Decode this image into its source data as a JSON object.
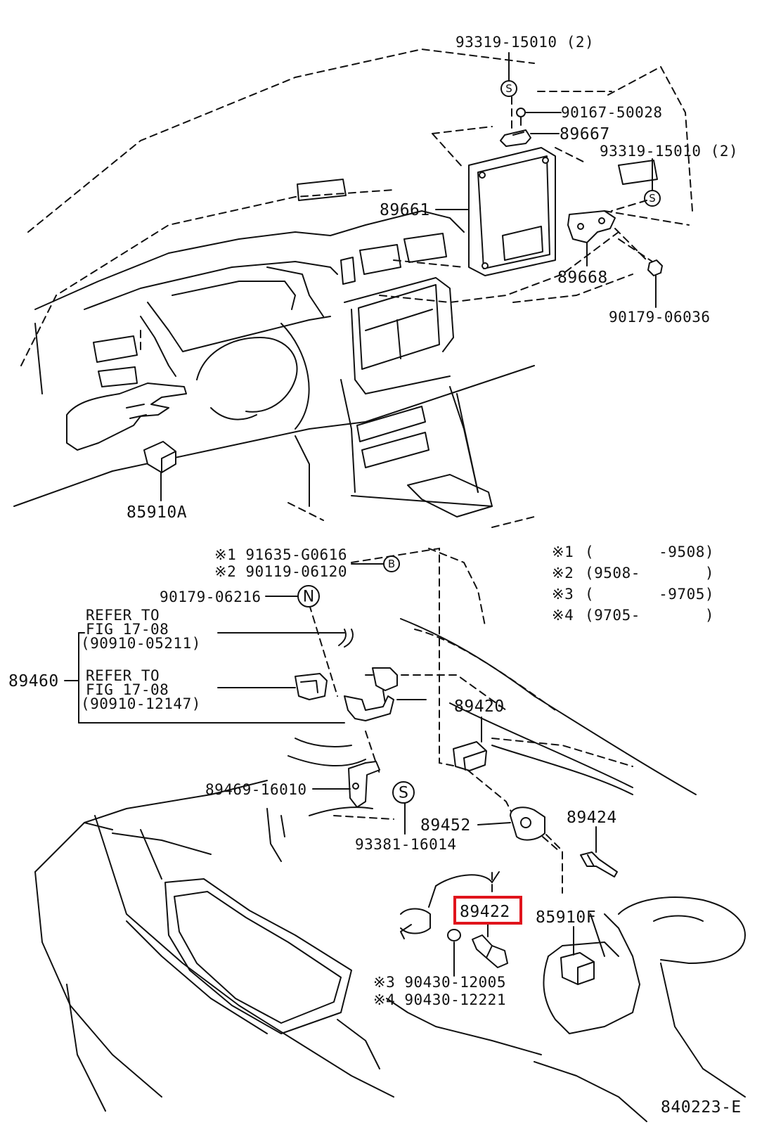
{
  "diagram": {
    "figure_code": "840223-E",
    "highlight_color": "#e0141c",
    "upper": {
      "bolt_top": "93319-15010 (2)",
      "screw": "90167-50028",
      "bracket_upper": "89667",
      "bolt_right": "93319-15010 (2)",
      "ecu": "89661",
      "bracket_lower": "89668",
      "nut": "90179-06036",
      "relay_left": "85910A",
      "symbol_s": "S"
    },
    "lower": {
      "bolt_b1": "※1  91635-G0616",
      "bolt_b2": "※2  90119-06120",
      "nut_n": "90179-06216",
      "symbol_b": "B",
      "symbol_n": "N",
      "symbol_s": "S",
      "refer1_line1": "REFER TO",
      "refer1_line2": "FIG 17-08",
      "refer1_part": "(90910-05211)",
      "refer2_line1": "REFER TO",
      "refer2_line2": "FIG 17-08",
      "refer2_part": "(90910-12147)",
      "vsv_assy": "89460",
      "vsv": "89420",
      "bracket": "89469-16010",
      "bolt_s": "93381-16014",
      "throttle_sensor": "89452",
      "water_temp_sensor": "89424",
      "highlighted_part": "89422",
      "relay_right": "85910F",
      "gasket3": "※3 90430-12005",
      "gasket4": "※4 90430-12221"
    },
    "legend": [
      {
        "mark": "※1",
        "range": "(       -9508)"
      },
      {
        "mark": "※2",
        "range": "(9508-       )"
      },
      {
        "mark": "※3",
        "range": "(       -9705)"
      },
      {
        "mark": "※4",
        "range": "(9705-       )"
      }
    ]
  }
}
